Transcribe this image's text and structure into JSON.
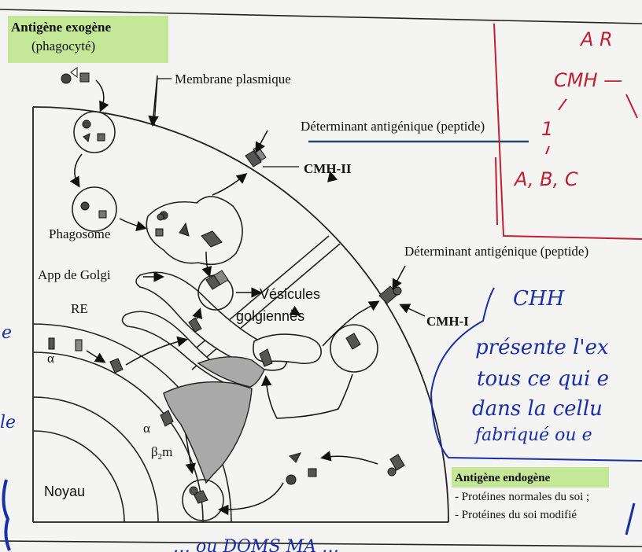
{
  "labels": {
    "antigene_exogene": "Antigène exogène",
    "phagocyte": "(phagocyté)",
    "membrane_plasmique": "Membrane plasmique",
    "determinant_1": "Déterminant antigénique (peptide)",
    "cmh_ii": "CMH-II",
    "phagosome": "Phagosome",
    "determinant_2": "Déterminant antigénique (peptide)",
    "app_golgi": "App de Golgi",
    "vesicules": "Vésicules",
    "golgiennes": "golgiennes",
    "cmh_i": "CMH-I",
    "re": "RE",
    "alpha_1": "α",
    "alpha_2": "α",
    "beta2m": "β",
    "beta2m_sub": "2",
    "beta2m_m": "m",
    "noyau": "Noyau",
    "antigene_endogene": "Antigène endogène",
    "proteines_normales": "- Protéines normales du soi ;",
    "proteines_modifie": "- Protéines du soi modifié"
  },
  "annotations": {
    "red_top": "A R",
    "red_cmh": "CMH —",
    "red_one": "1",
    "red_abc": "A, B, C",
    "blue_cmh": "CHH",
    "blue_l1": "présente l'ex",
    "blue_l2": "tous ce qui e",
    "blue_l3": "dans la cellu",
    "blue_l4": "fabriqué ou e",
    "blue_left1": "e",
    "blue_left2": "le",
    "bottom": "… ou DOMS MA …"
  },
  "colors": {
    "highlight_green": "#b5e37a",
    "golgi_fill": "#a9a9a9",
    "red_ink": "#c02030",
    "blue_ink": "#1a2ea8"
  }
}
